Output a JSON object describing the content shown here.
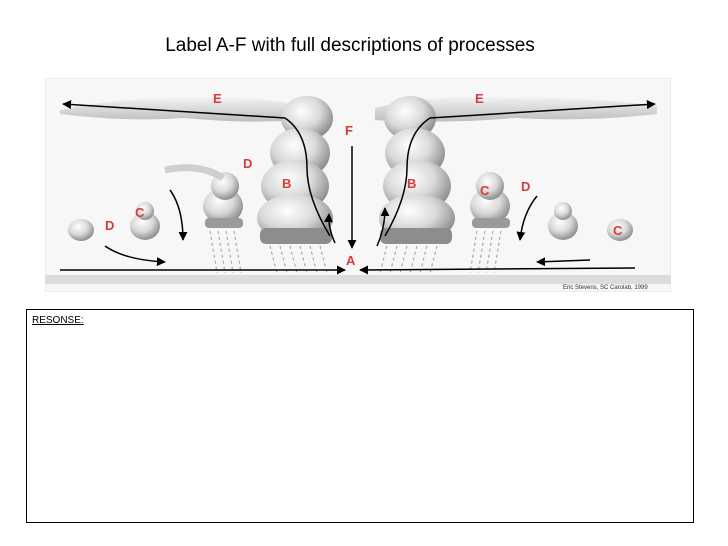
{
  "title": "Label A-F with full descriptions of processes",
  "diagram": {
    "labels": {
      "A": "A",
      "B_left": "B",
      "B_right": "B",
      "C_far_left": "C",
      "C_right_inner": "C",
      "C_far_right": "C",
      "D_upper_left": "D",
      "D_lower_left": "D",
      "D_right": "D",
      "E_left": "E",
      "E_right": "E",
      "F": "F"
    },
    "credit": "Eric Stevens, SC Carolab, 1999",
    "label_color": "#d93a3a",
    "arrow_color": "#000000"
  },
  "response": {
    "label": "RESONSE:",
    "value": ""
  }
}
